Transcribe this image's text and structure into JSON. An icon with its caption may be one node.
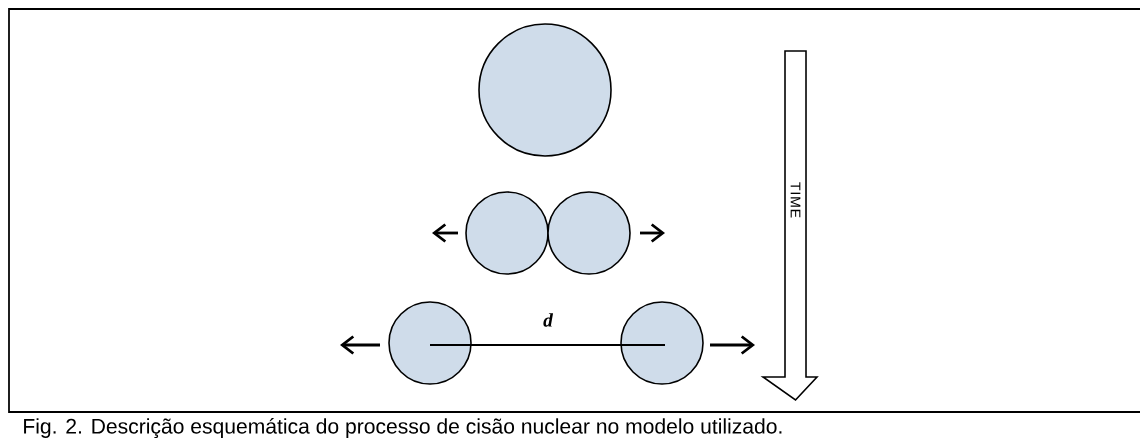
{
  "diagram": {
    "caption": "Fig. 2. Descrição esquemática do processo de cisão nuclear no modelo utilizado.",
    "nodes": [
      {
        "text": [],
        "shape": "circle"
      },
      {
        "text": [],
        "shape": "circle"
      },
      {
        "text": [],
        "shape": "circle"
      },
      {
        "text": [],
        "shape": "circle"
      },
      {
        "text": [],
        "shape": "circle"
      }
    ],
    "labels": [
      "d",
      "TIME"
    ]
  }
}
